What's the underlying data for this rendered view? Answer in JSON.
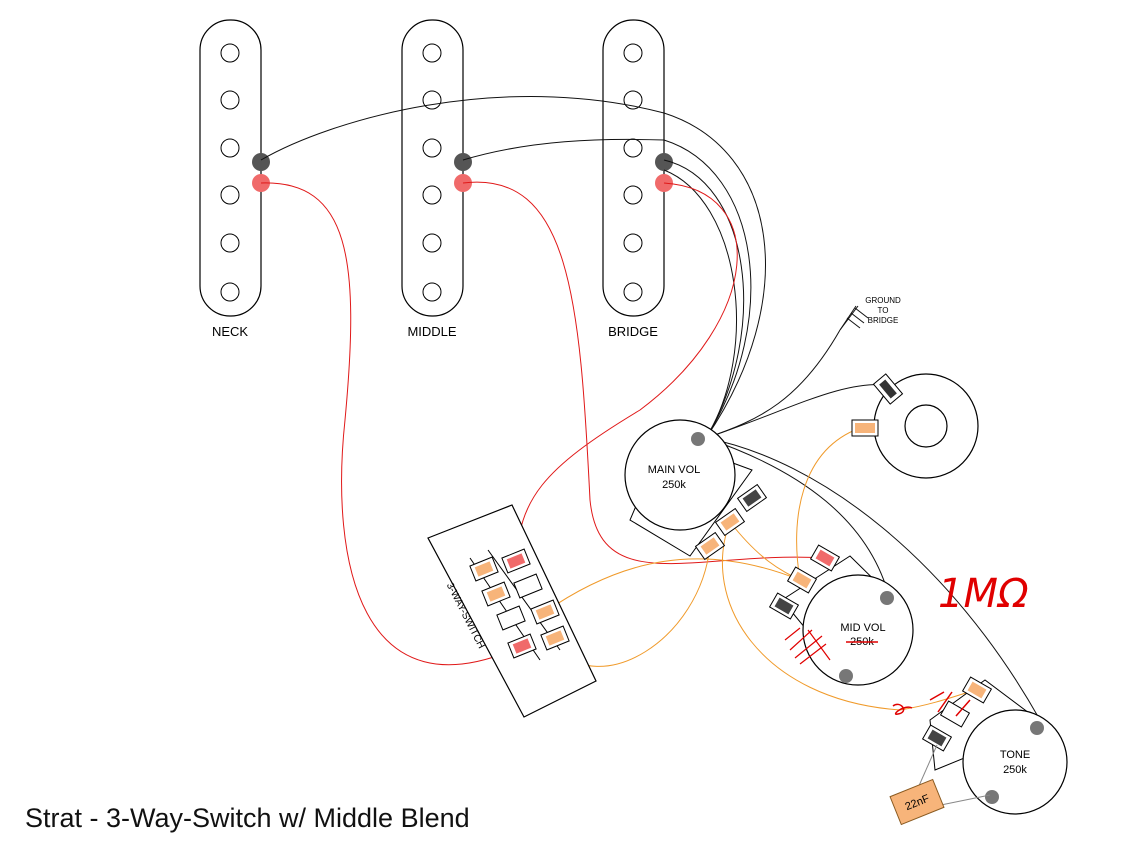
{
  "title": "Strat - 3-Way-Switch w/ Middle Blend",
  "pickups": [
    {
      "name": "NECK"
    },
    {
      "name": "MIDDLE"
    },
    {
      "name": "BRIDGE"
    }
  ],
  "switch": {
    "label": "3-WAY-SWITCH"
  },
  "pots": {
    "main_vol": {
      "name": "MAIN VOL",
      "value": "250k"
    },
    "mid_vol": {
      "name": "MID VOL",
      "value": "250k",
      "annotation": "1MΩ"
    },
    "tone": {
      "name": "TONE",
      "value": "250k"
    }
  },
  "capacitor": {
    "value": "22nF"
  },
  "ground": {
    "line1": "GROUND",
    "line2": "TO",
    "line3": "BRIDGE"
  },
  "colors": {
    "hot_wire": "#e01818",
    "signal_wire": "#f09a2a",
    "ground_wire": "#111111",
    "lug_orange": "#f7b47a",
    "lug_red": "#f06a6a",
    "pot_body": "#ffffff",
    "handwriting": "#e00000"
  }
}
